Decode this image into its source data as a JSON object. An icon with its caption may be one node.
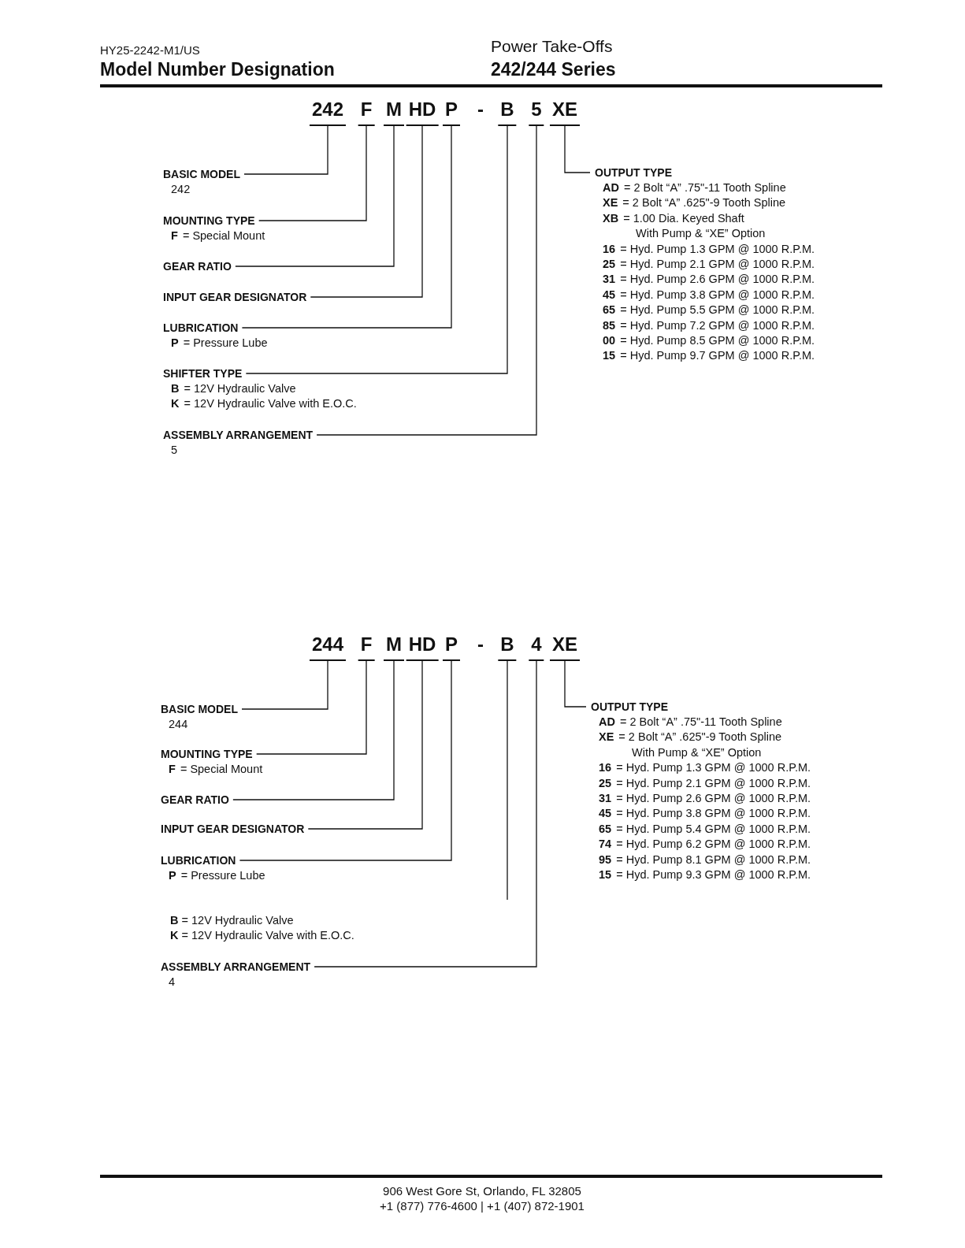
{
  "diagram": {
    "title": "Model Number Designation",
    "nodes": [
      {
        "text": [
          "242"
        ]
      },
      {
        "text": [
          "F"
        ]
      },
      {
        "text": [
          "M"
        ]
      },
      {
        "text": [
          "HD"
        ]
      },
      {
        "text": [
          "P"
        ]
      },
      {
        "text": [
          "B"
        ]
      },
      {
        "text": [
          "5"
        ]
      },
      {
        "text": [
          "XE"
        ]
      },
      {
        "text": [
          "BASIC MODEL"
        ],
        "beside": [
          "242"
        ]
      },
      {
        "text": [
          "MOUNTING TYPE"
        ],
        "beside": [
          "**F** = Special Mount"
        ]
      },
      {
        "text": [
          "GEAR RATIO"
        ]
      },
      {
        "text": [
          "INPUT GEAR DESIGNATOR"
        ]
      },
      {
        "text": [
          "LUBRICATION"
        ],
        "beside": [
          "**P** = Pressure Lube"
        ]
      },
      {
        "text": [
          "SHIFTER TYPE"
        ],
        "beside": [
          "**B** = 12V Hydraulic Valve",
          "**K** = 12V Hydraulic Valve with E.O.C."
        ]
      },
      {
        "text": [
          "ASSEMBLY ARRANGEMENT"
        ],
        "beside": [
          "5"
        ]
      },
      {
        "text": [
          "OUTPUT TYPE"
        ],
        "beside": [
          "**AD** = 2 Bolt “A” .75\"-11 Tooth Spline",
          "**XE** = 2 Bolt “A” .625\"-9 Tooth Spline",
          "**XB** = 1.00 Dia. Keyed Shaft",
          "With Pump & “XE” Option",
          "**16** = Hyd. Pump 1.3 GPM @ 1000 R.P.M.",
          "**25** = Hyd. Pump 2.1 GPM @ 1000 R.P.M.",
          "**31** = Hyd. Pump 2.6 GPM @ 1000 R.P.M.",
          "**45** = Hyd. Pump 3.8 GPM @ 1000 R.P.M.",
          "**65** = Hyd. Pump 5.5 GPM @ 1000 R.P.M.",
          "**85** = Hyd. Pump 7.2 GPM @ 1000 R.P.M.",
          "**00** = Hyd. Pump 8.5 GPM @ 1000 R.P.M.",
          "**15** = Hyd. Pump 9.7 GPM @ 1000 R.P.M."
        ]
      },
      {
        "text": [
          "244"
        ]
      },
      {
        "text": [
          "F"
        ]
      },
      {
        "text": [
          "M"
        ]
      },
      {
        "text": [
          "HD"
        ]
      },
      {
        "text": [
          "P"
        ]
      },
      {
        "text": [
          "B"
        ]
      },
      {
        "text": [
          "4"
        ]
      },
      {
        "text": [
          "XE"
        ]
      },
      {
        "text": [
          "BASIC MODEL"
        ],
        "beside": [
          "244"
        ]
      },
      {
        "text": [
          "MOUNTING TYPE"
        ],
        "beside": [
          "**F** = Special Mount"
        ]
      },
      {
        "text": [
          "GEAR RATIO"
        ]
      },
      {
        "text": [
          "INPUT GEAR DESIGNATOR"
        ]
      },
      {
        "text": [
          "LUBRICATION"
        ],
        "beside": [
          "**P** = Pressure Lube"
        ]
      },
      {
        "text": [
          "ASSEMBLY ARRANGEMENT"
        ],
        "beside": [
          "4"
        ]
      },
      {
        "text": [
          "OUTPUT TYPE"
        ],
        "beside": [
          "**AD** = 2 Bolt “A” .75\"-11 Tooth Spline",
          "**XE** = 2 Bolt “A” .625\"-9 Tooth Spline",
          "With Pump & “XE” Option",
          "**16** = Hyd. Pump 1.3 GPM @ 1000 R.P.M.",
          "**25** = Hyd. Pump 2.1 GPM @ 1000 R.P.M.",
          "**31** = Hyd. Pump 2.6 GPM @ 1000 R.P.M.",
          "**45** = Hyd. Pump 3.8 GPM @ 1000 R.P.M.",
          "**65** = Hyd. Pump 5.4 GPM @ 1000 R.P.M.",
          "**74** = Hyd. Pump 6.2 GPM @ 1000 R.P.M.",
          "**95** = Hyd. Pump 8.1 GPM @ 1000 R.P.M.",
          "**15** = Hyd. Pump 9.3 GPM @ 1000 R.P.M."
        ]
      }
    ],
    "edges": [
      {
        "from": 8,
        "to": 0,
        "arrow": "none"
      },
      {
        "from": 9,
        "to": 1,
        "arrow": "none"
      },
      {
        "from": 10,
        "to": 2,
        "arrow": "none"
      },
      {
        "from": 11,
        "to": 3,
        "arrow": "none"
      },
      {
        "from": 12,
        "to": 4,
        "arrow": "none"
      },
      {
        "from": 13,
        "to": 5,
        "arrow": "none"
      },
      {
        "from": 14,
        "to": 6,
        "arrow": "none"
      },
      {
        "from": 15,
        "to": 7,
        "arrow": "none"
      },
      {
        "from": 24,
        "to": 16,
        "arrow": "none"
      },
      {
        "from": 25,
        "to": 17,
        "arrow": "none"
      },
      {
        "from": 26,
        "to": 18,
        "arrow": "none"
      },
      {
        "from": 27,
        "to": 19,
        "arrow": "none"
      },
      {
        "from": 28,
        "to": 20,
        "arrow": "none"
      },
      {
        "from": 21,
        "to": null,
        "arrow": "none"
      },
      {
        "from": 29,
        "to": 22,
        "arrow": "none"
      },
      {
        "from": 30,
        "to": 23,
        "arrow": "none"
      }
    ],
    "labels": [
      "HY25-2242-M1/US",
      "Power Take-Offs",
      "242/244 Series",
      "-",
      "-",
      "**B** = 12V Hydraulic Valve",
      "**K** = 12V Hydraulic Valve with E.O.C.",
      "906 West Gore St, Orlando, FL 32805",
      "+1 (877) 776-4600 | +1 (407) 872-1901"
    ]
  }
}
